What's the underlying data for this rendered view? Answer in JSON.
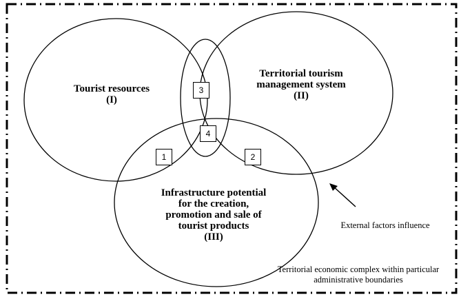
{
  "circles": {
    "one": {
      "title": "Tourist resources",
      "numeral": "(I)"
    },
    "two": {
      "title_line1": "Territorial tourism",
      "title_line2": "management system",
      "numeral": "(II)"
    },
    "three": {
      "title_line1": "Infrastructure potential",
      "title_line2": "for the creation,",
      "title_line3": "promotion and sale of",
      "title_line4": "tourist products",
      "numeral": "(III)"
    }
  },
  "intersections": [
    "1",
    "2",
    "3",
    "4"
  ],
  "external_label": "External factors influence",
  "boundary_label_line1": "Territorial economic complex within particular",
  "boundary_label_line2": "administrative boundaries"
}
